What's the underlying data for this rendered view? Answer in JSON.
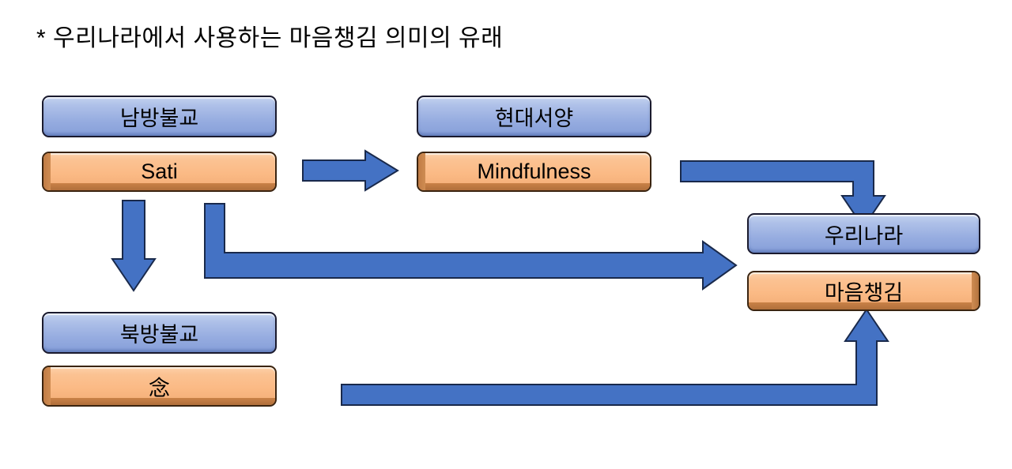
{
  "page": {
    "title_text": "* 우리나라에서 사용하는 마음챙김 의미의 유래",
    "background": "#ffffff"
  },
  "palette": {
    "blue_box_fill": "#96ace0",
    "blue_box_border": "#1a1a2e",
    "orange_box_fill": "#fbba85",
    "orange_box_border": "#3a2410",
    "orange_bevel": "#b06f3b",
    "arrow_fill": "#4472c4",
    "arrow_border": "#19294b",
    "text_color": "#000000"
  },
  "nodes": [
    {
      "id": "southern-buddhism",
      "label": "남방불교",
      "type": "region",
      "color": "blue"
    },
    {
      "id": "sati",
      "label": "Sati",
      "type": "term",
      "color": "orange"
    },
    {
      "id": "modern-west",
      "label": "현대서양",
      "type": "region",
      "color": "blue"
    },
    {
      "id": "mindfulness",
      "label": "Mindfulness",
      "type": "term",
      "color": "orange"
    },
    {
      "id": "korea",
      "label": "우리나라",
      "type": "region",
      "color": "blue"
    },
    {
      "id": "maeumchaenggim",
      "label": "마음챙김",
      "type": "term",
      "color": "orange"
    },
    {
      "id": "northern-buddhism",
      "label": "북방불교",
      "type": "region",
      "color": "blue"
    },
    {
      "id": "nyeom",
      "label": "念",
      "type": "term",
      "color": "orange"
    }
  ],
  "connectors": [
    {
      "id": "sati-to-mindfulness",
      "from": "sati",
      "to": "mindfulness",
      "shape": "straight-right"
    },
    {
      "id": "sati-to-northern-buddhism",
      "from": "sati",
      "to": "northern-buddhism",
      "shape": "straight-down"
    },
    {
      "id": "sati-to-maeumchaenggim",
      "from": "sati",
      "to": "korea",
      "shape": "elbow-down-right"
    },
    {
      "id": "mindfulness-to-korea",
      "from": "mindfulness",
      "to": "korea",
      "shape": "elbow-right-down"
    },
    {
      "id": "nyeom-to-maeumchaenggim",
      "from": "nyeom",
      "to": "maeumchaenggim",
      "shape": "elbow-right-up"
    }
  ]
}
